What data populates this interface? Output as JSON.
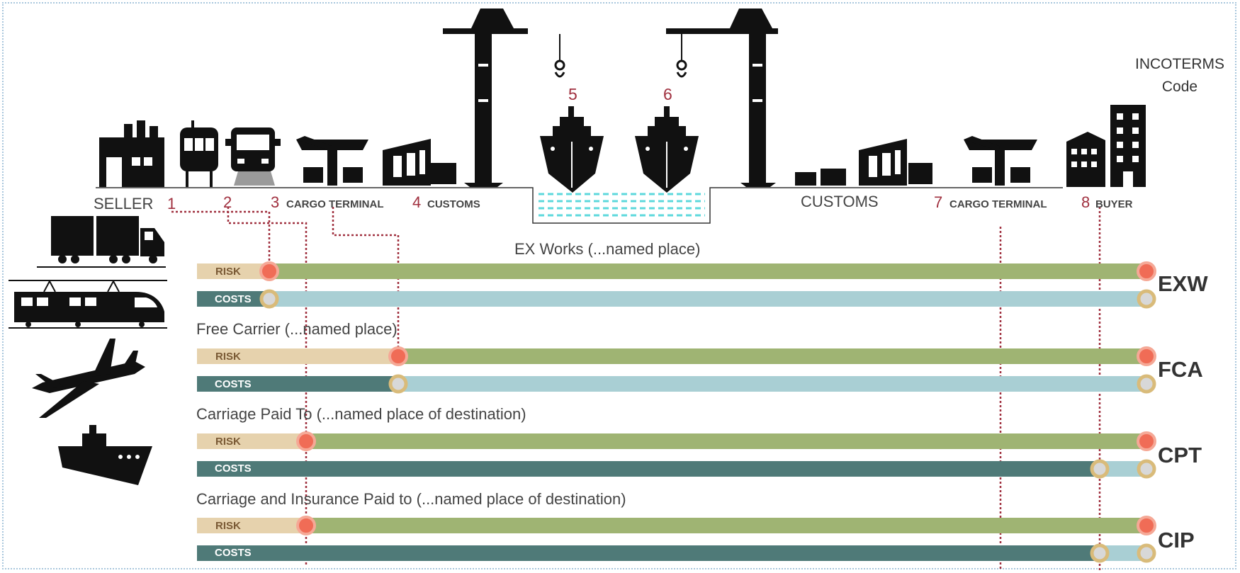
{
  "header": {
    "line1": "INCOTERMS",
    "line2": "Code"
  },
  "stations": {
    "seller": "SELLER",
    "n1": "1",
    "n2": "2",
    "n3": "3",
    "cargo_terminal_origin": "CARGO TERMINAL",
    "n4": "4",
    "customs_origin": "CUSTOMS",
    "n5": "5",
    "n6": "6",
    "customs_destination": "CUSTOMS",
    "n7": "7",
    "cargo_terminal_destination": "CARGO TERMINAL",
    "n8": "8",
    "buyer": "BUYER"
  },
  "bar_labels": {
    "risk": "RISK",
    "costs": "COSTS"
  },
  "terms": [
    {
      "title": "EX Works (...named place)",
      "code": "EXW",
      "risk_transfer_station": 1,
      "cost_transfer_station": 1
    },
    {
      "title": "Free Carrier (...named place)",
      "code": "FCA",
      "risk_transfer_station": 4,
      "cost_transfer_station": 4
    },
    {
      "title": "Carriage Paid To (...named place of destination)",
      "code": "CPT",
      "risk_transfer_station": 2,
      "cost_transfer_station": 8
    },
    {
      "title": "Carriage and Insurance Paid to  (...named place of destination)",
      "code": "CIP",
      "risk_transfer_station": 2,
      "cost_transfer_station": 8
    }
  ],
  "colors": {
    "seller_risk": "#e6d2ad",
    "buyer_risk": "#9fb473",
    "seller_costs": "#4f7a78",
    "buyer_costs": "#a9cfd4",
    "risk_marker": "#f06c56",
    "cost_marker": "#d9bb7a",
    "station_number": "#a0303f",
    "icon": "#111111",
    "water": "#5dd8dc"
  },
  "icons": {
    "transport_modes": [
      "truck-icon",
      "train-icon",
      "airplane-icon",
      "cargo-ship-icon"
    ],
    "scene": [
      "factory-icon",
      "tram-icon",
      "truck-front-icon",
      "cargo-terminal-icon",
      "customs-building-icon",
      "port-crane-icon",
      "ship-icon",
      "buyer-building-icon"
    ]
  }
}
